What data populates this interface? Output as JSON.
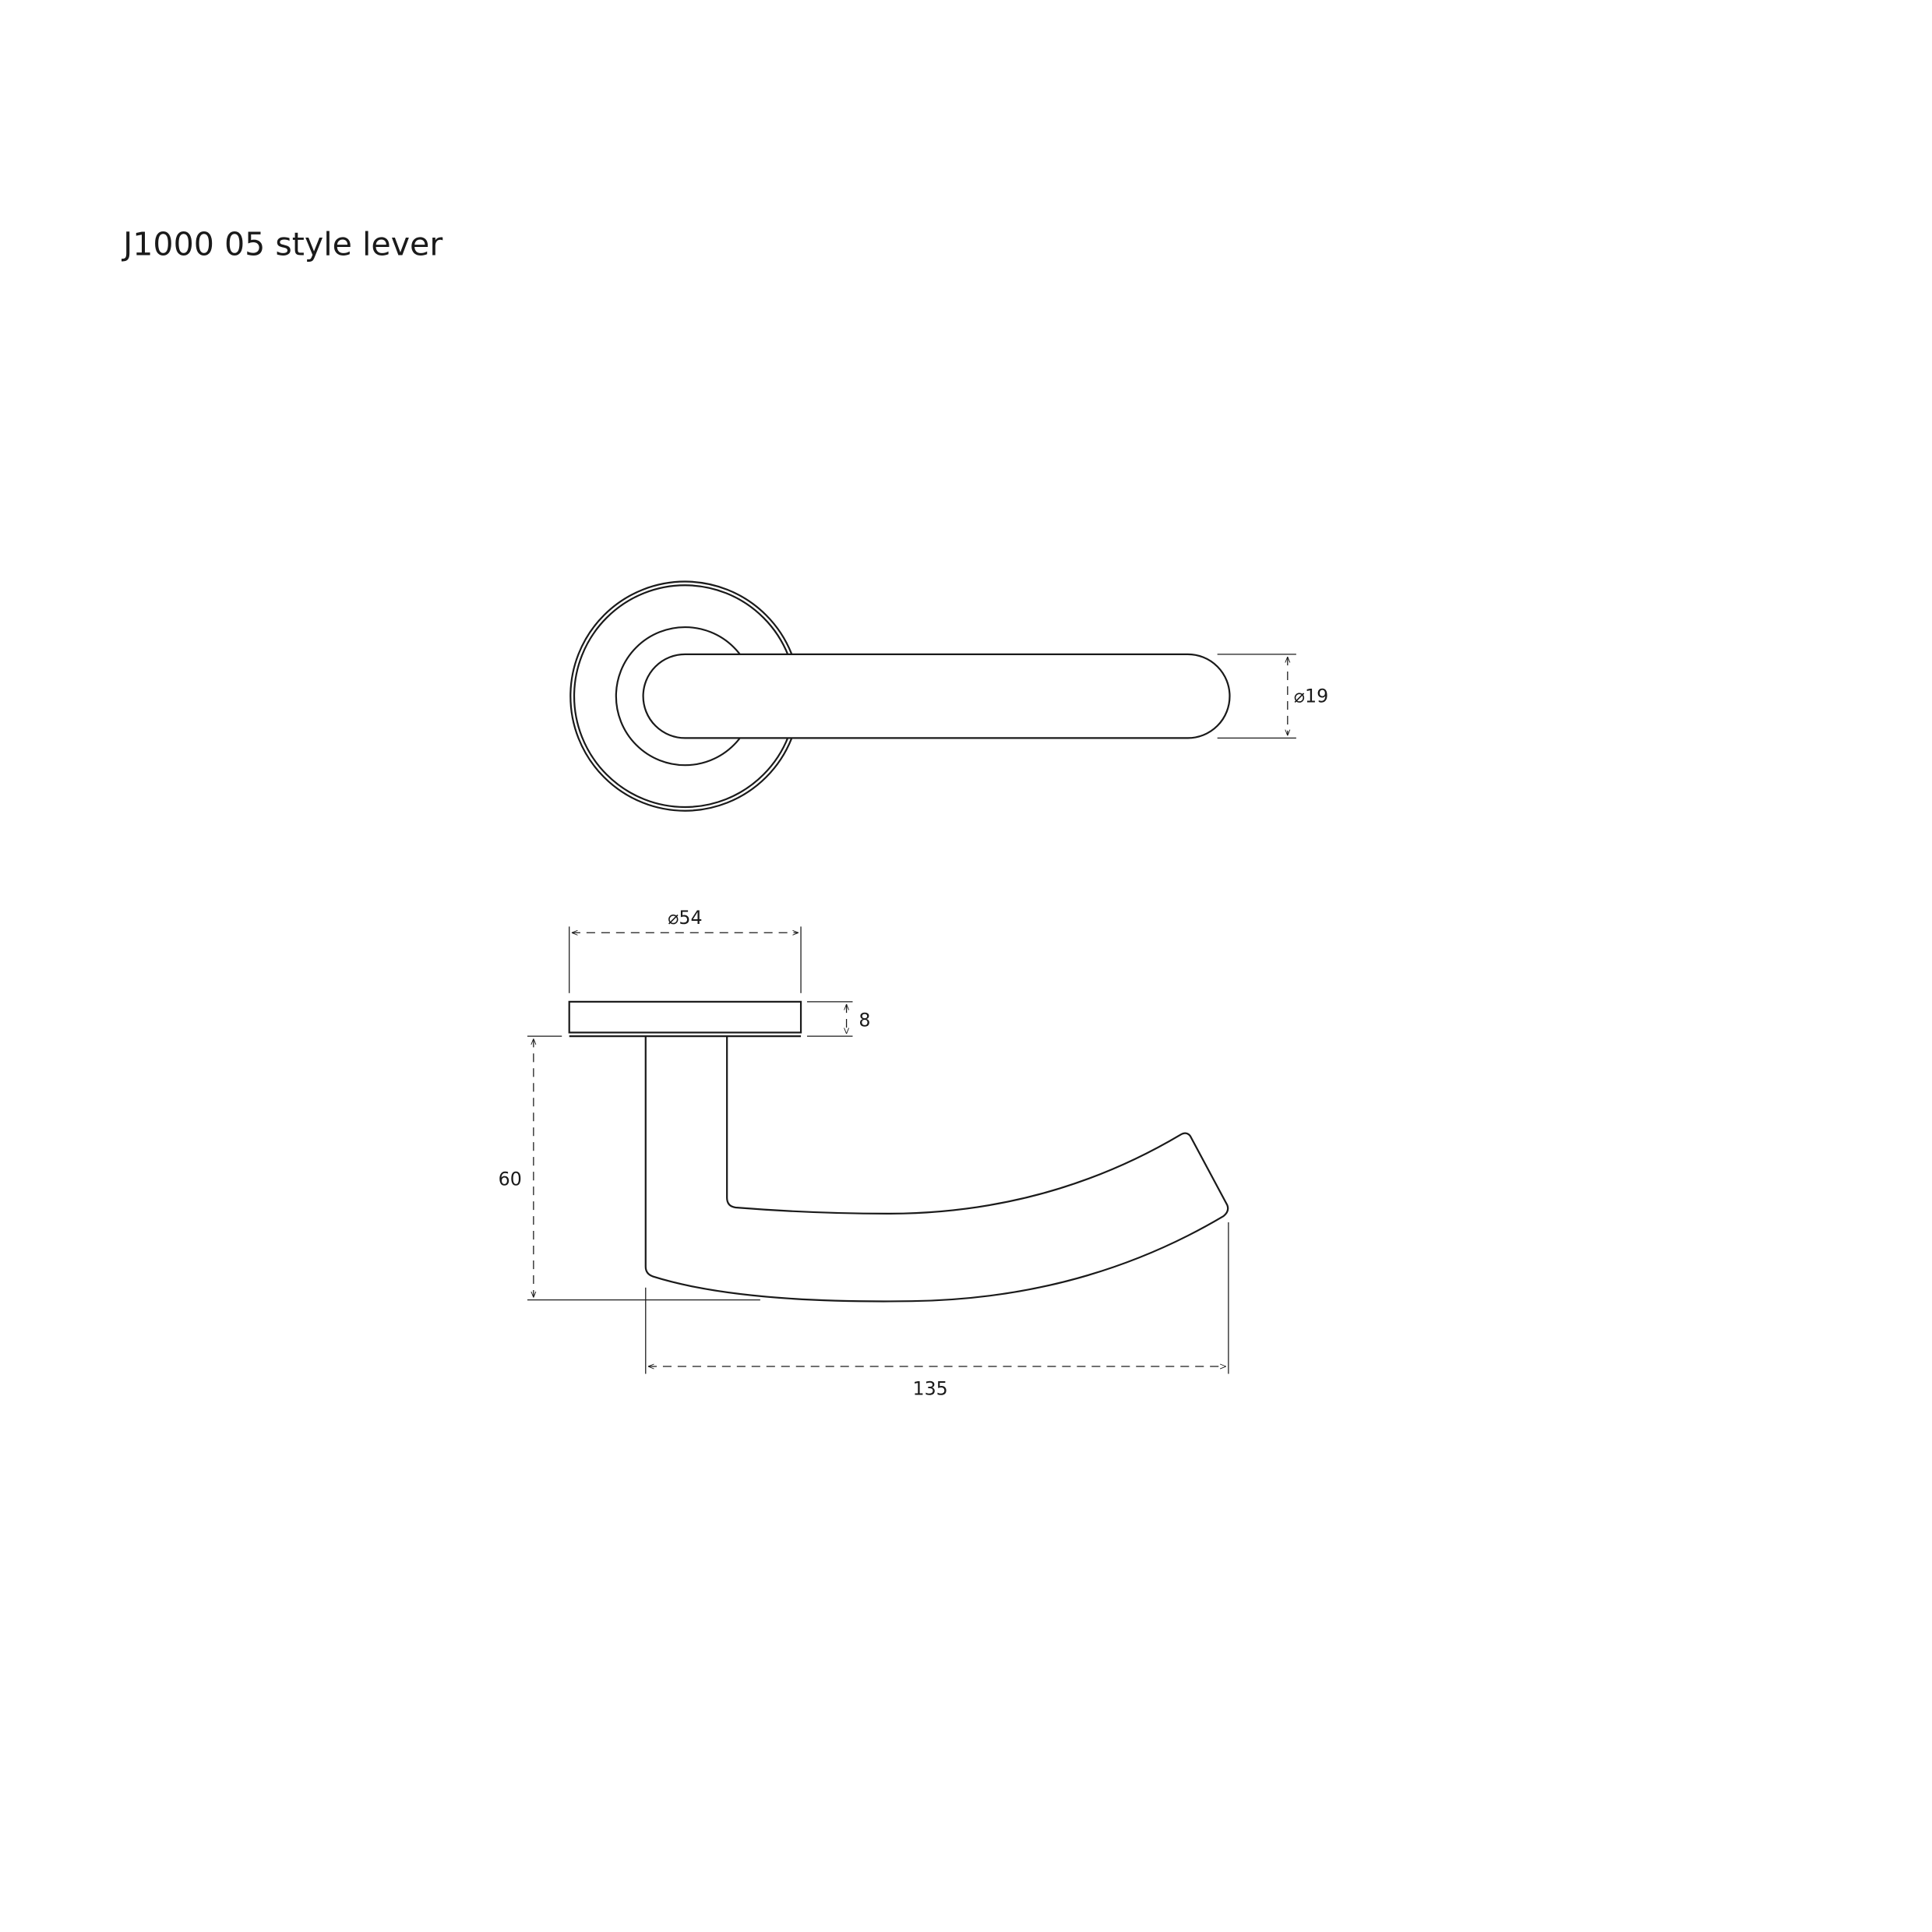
{
  "title": "J1000 05 style lever",
  "top_view": {
    "dimension_bar_diameter": "⌀19"
  },
  "side_view": {
    "dimension_rose_diameter": "⌀54",
    "dimension_rose_thickness": "8",
    "dimension_height": "60",
    "dimension_length": "135"
  },
  "colors": {
    "line": "#1a1a1a",
    "background": "#ffffff"
  }
}
